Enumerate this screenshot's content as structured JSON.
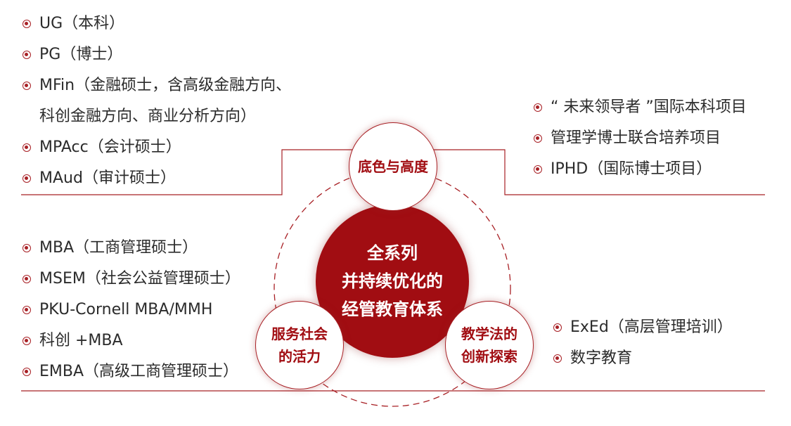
{
  "center": {
    "lines": [
      "全系列",
      "并持续优化的",
      "经管教育体系"
    ]
  },
  "nodes": {
    "top": {
      "lines": [
        "底色与高度"
      ]
    },
    "left": {
      "lines": [
        "服务社会",
        "的活力"
      ]
    },
    "right": {
      "lines": [
        "教学法的",
        "创新探索"
      ]
    }
  },
  "lists": {
    "top_left": [
      "UG（本科）",
      "PG（博士）",
      "MFin（金融硕士，含高级金融方向、",
      "科创金融方向、商业分析方向）",
      "MPAcc（会计硕士）",
      "MAud（审计硕士）"
    ],
    "top_right": [
      "“ 未来领导者 ”国际本科项目",
      "管理学博士联合培养项目",
      "IPHD（国际博士项目）"
    ],
    "bottom_left": [
      "MBA（工商管理硕士）",
      "MSEM（社会公益管理硕士）",
      "PKU-Cornell MBA/MMH",
      "科创 +MBA",
      "EMBA（高级工商管理硕士）"
    ],
    "bottom_right": [
      "ExEd（高层管理培训）",
      "数字教育"
    ]
  },
  "colors": {
    "accent": "#a10d12",
    "line": "#a82025",
    "text": "#2b2b2b"
  }
}
